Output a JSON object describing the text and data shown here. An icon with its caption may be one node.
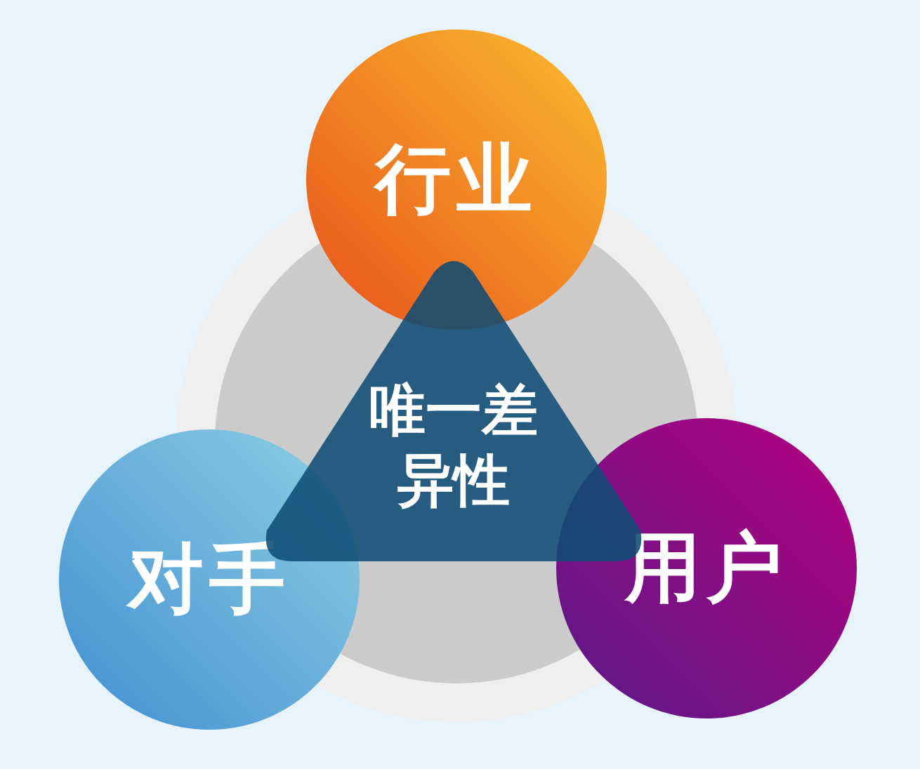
{
  "diagram": {
    "nodes": [
      {
        "text": [
          "行业"
        ]
      },
      {
        "text": [
          "唯一差异性"
        ]
      },
      {
        "text": [
          "对手"
        ]
      },
      {
        "text": [
          "用户"
        ]
      }
    ]
  }
}
